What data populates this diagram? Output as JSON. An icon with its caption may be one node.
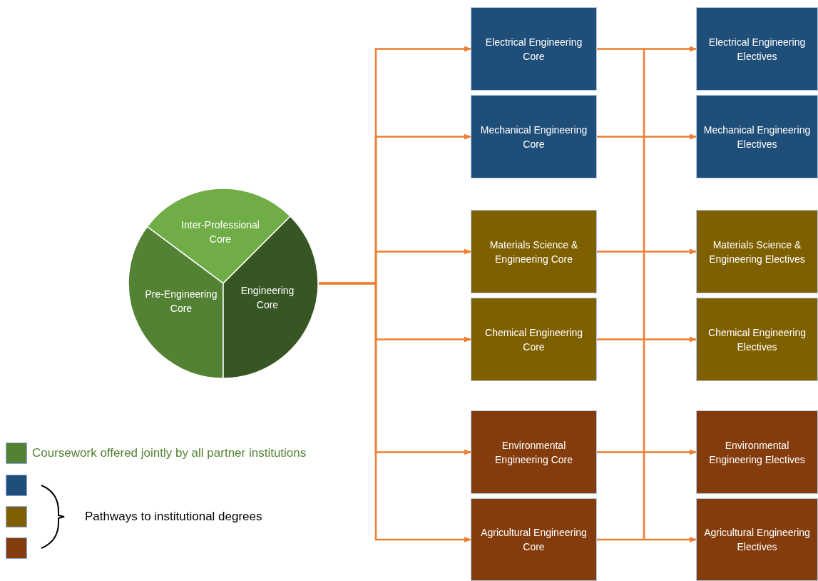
{
  "diagram": {
    "nodes": [
      {
        "text": [
          "Inter-Professional Core"
        ]
      },
      {
        "text": [
          "Pre-Engineering Core"
        ]
      },
      {
        "text": [
          "Engineering Core"
        ]
      },
      {
        "text": [
          "Electrical Engineering Core"
        ]
      },
      {
        "text": [
          "Electrical Engineering Electives"
        ]
      },
      {
        "text": [
          "Mechanical Engineering Core"
        ]
      },
      {
        "text": [
          "Mechanical Engineering Electives"
        ]
      },
      {
        "text": [
          "Materials Science & Engineering Core"
        ]
      },
      {
        "text": [
          "Materials Science & Engineering Electives"
        ]
      },
      {
        "text": [
          "Chemical Engineering Core"
        ]
      },
      {
        "text": [
          "Chemical Engineering Electives"
        ]
      },
      {
        "text": [
          "Environmental Engineering Core"
        ]
      },
      {
        "text": [
          "Environmental Engineering Electives"
        ]
      },
      {
        "text": [
          "Agricultural Engineering Core"
        ]
      },
      {
        "text": [
          "Agricultural Engineering Electives"
        ]
      }
    ],
    "edges": [
      {
        "from": 2,
        "to": 3,
        "arrow": "to"
      },
      {
        "from": 2,
        "to": 5,
        "arrow": "to"
      },
      {
        "from": 2,
        "to": 7,
        "arrow": "to"
      },
      {
        "from": 2,
        "to": 9,
        "arrow": "to"
      },
      {
        "from": 2,
        "to": 11,
        "arrow": "to"
      },
      {
        "from": 2,
        "to": 13,
        "arrow": "to"
      },
      {
        "from": 3,
        "to": 4,
        "arrow": "to"
      },
      {
        "from": 5,
        "to": 6,
        "arrow": "to"
      },
      {
        "from": 7,
        "to": 8,
        "arrow": "to"
      },
      {
        "from": 9,
        "to": 10,
        "arrow": "to"
      },
      {
        "from": 11,
        "to": 12,
        "arrow": "to"
      },
      {
        "from": 13,
        "to": 14,
        "arrow": "to"
      }
    ],
    "legend": [
      {
        "text": "Coursework offered jointly by all partner institutions",
        "color": "#548235"
      },
      {
        "text": "Pathways to institutional degrees"
      }
    ]
  }
}
